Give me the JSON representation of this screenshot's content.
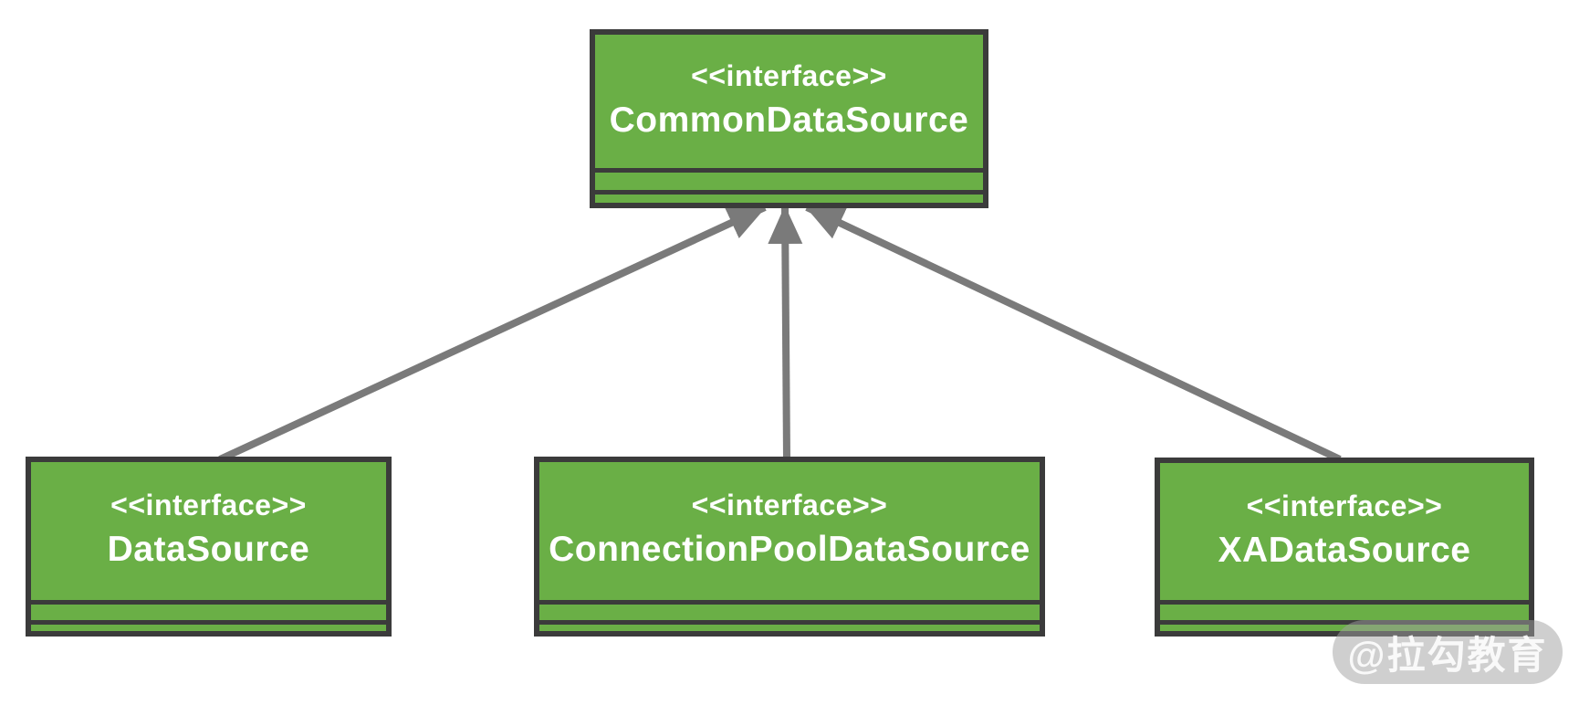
{
  "diagram": {
    "type": "uml-class-diagram",
    "nodes": [
      {
        "id": "common",
        "stereotype": "<<interface>>",
        "name": "CommonDataSource"
      },
      {
        "id": "datasource",
        "stereotype": "<<interface>>",
        "name": "DataSource"
      },
      {
        "id": "pool",
        "stereotype": "<<interface>>",
        "name": "ConnectionPoolDataSource"
      },
      {
        "id": "xa",
        "stereotype": "<<interface>>",
        "name": "XADataSource"
      }
    ],
    "edges": [
      {
        "from": "DataSource",
        "to": "CommonDataSource",
        "type": "generalization"
      },
      {
        "from": "ConnectionPoolDataSource",
        "to": "CommonDataSource",
        "type": "generalization"
      },
      {
        "from": "XADataSource",
        "to": "CommonDataSource",
        "type": "generalization"
      }
    ]
  },
  "watermark": {
    "text": "@拉勾教育"
  },
  "colors": {
    "background": "#ffffff",
    "node_fill": "#6aaf46",
    "node_border": "#3b3b3b",
    "node_text": "#ffffff",
    "edge": "#7a7a7a"
  }
}
